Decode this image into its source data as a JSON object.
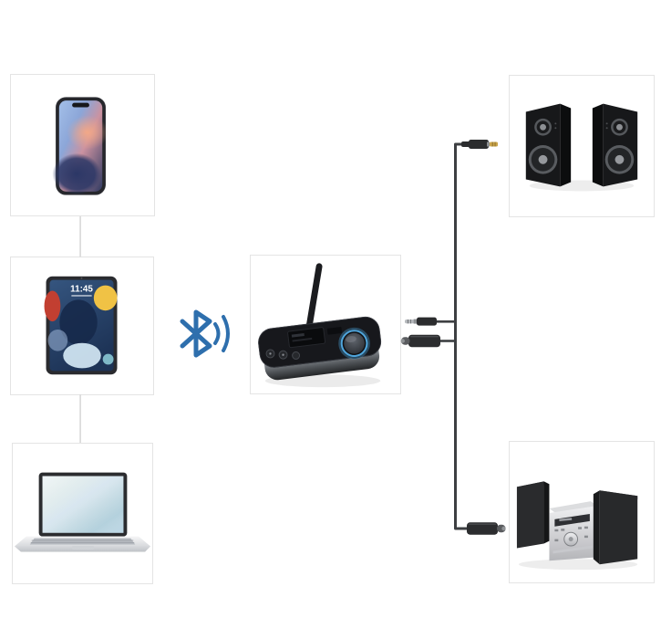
{
  "scene": "bluetooth-transmitter-receiver-connection-diagram",
  "tablet_screen": {
    "time": "11:45"
  },
  "devices": {
    "phone": "smartphone",
    "tablet": "tablet",
    "laptop": "laptop",
    "hub": "bluetooth-transmitter-receiver",
    "speakers": "bookshelf-speakers",
    "stereo": "mini-stereo-system"
  },
  "connections": {
    "wireless": "bluetooth",
    "top_cable": "aux-3.5mm-cable",
    "bottom_cable": "optical-toslink-cable"
  },
  "colors": {
    "background": "#ffffff",
    "box_border": "#e4e4e4",
    "connector_line": "#d9d9d9",
    "cable": "#3d3f42",
    "bluetooth_blue": "#2e6fad",
    "knob_glow": "#57b5f0",
    "aux_gold": "#c8a44b"
  }
}
